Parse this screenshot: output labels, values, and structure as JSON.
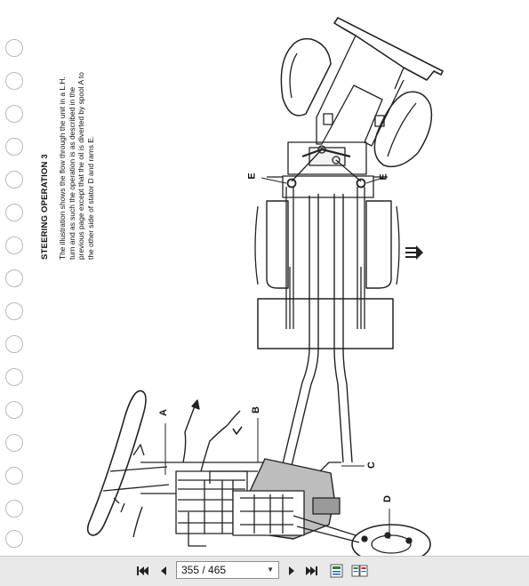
{
  "document": {
    "heading": "STEERING OPERATION 3",
    "body_lines": [
      "The illustration shows the flow through the unit in a L.H.",
      "turn and as such the operation is as described in the",
      "previous page except that the oil is diverted by spool A to",
      "the other side of stator D and rams E."
    ],
    "labels": {
      "a": "A",
      "b": "B",
      "c": "C",
      "d": "D",
      "e_left": "E",
      "e_right": "E"
    }
  },
  "toolbar": {
    "page_indicator": "355 / 465",
    "icons": [
      "first-page-icon",
      "previous-page-icon",
      "next-page-icon",
      "last-page-icon",
      "single-page-view-icon",
      "facing-pages-view-icon"
    ]
  }
}
